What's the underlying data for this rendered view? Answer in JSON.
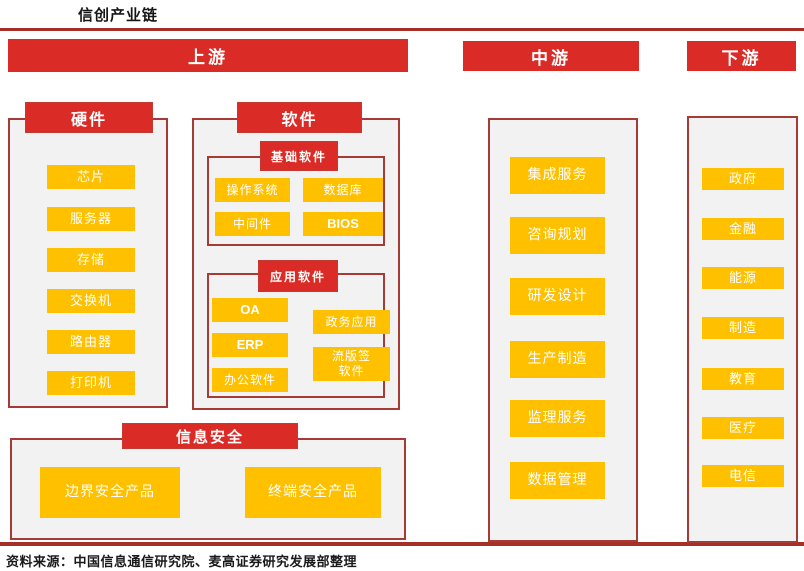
{
  "page": {
    "title": "信创产业链",
    "source_note": "资料来源：中国信息通信研究院、麦高证券研究发展部整理"
  },
  "colors": {
    "banner_red": "#DB2B26",
    "box_yellow": "#FFC000",
    "border_dark_red": "#A63B35",
    "rule_red": "#A43028",
    "panel_bg": "#F2F2F2"
  },
  "banners": {
    "upstream": "上游",
    "midstream": "中游",
    "downstream": "下游"
  },
  "upstream": {
    "hardware": {
      "label": "硬件",
      "items": [
        "芯片",
        "服务器",
        "存储",
        "交换机",
        "路由器",
        "打印机"
      ]
    },
    "software": {
      "label": "软件",
      "basic": {
        "label": "基础软件",
        "items": [
          "操作系统",
          "数据库",
          "中间件",
          "BIOS"
        ]
      },
      "application": {
        "label": "应用软件",
        "left_items": [
          "OA",
          "ERP",
          "办公软件"
        ],
        "right_items": [
          "政务应用",
          "流版签\n软件"
        ]
      }
    },
    "security": {
      "label": "信息安全",
      "items": [
        "边界安全产品",
        "终端安全产品"
      ]
    }
  },
  "midstream": {
    "items": [
      "集成服务",
      "咨询规划",
      "研发设计",
      "生产制造",
      "监理服务",
      "数据管理"
    ]
  },
  "downstream": {
    "items": [
      "政府",
      "金融",
      "能源",
      "制造",
      "教育",
      "医疗",
      "电信"
    ]
  }
}
